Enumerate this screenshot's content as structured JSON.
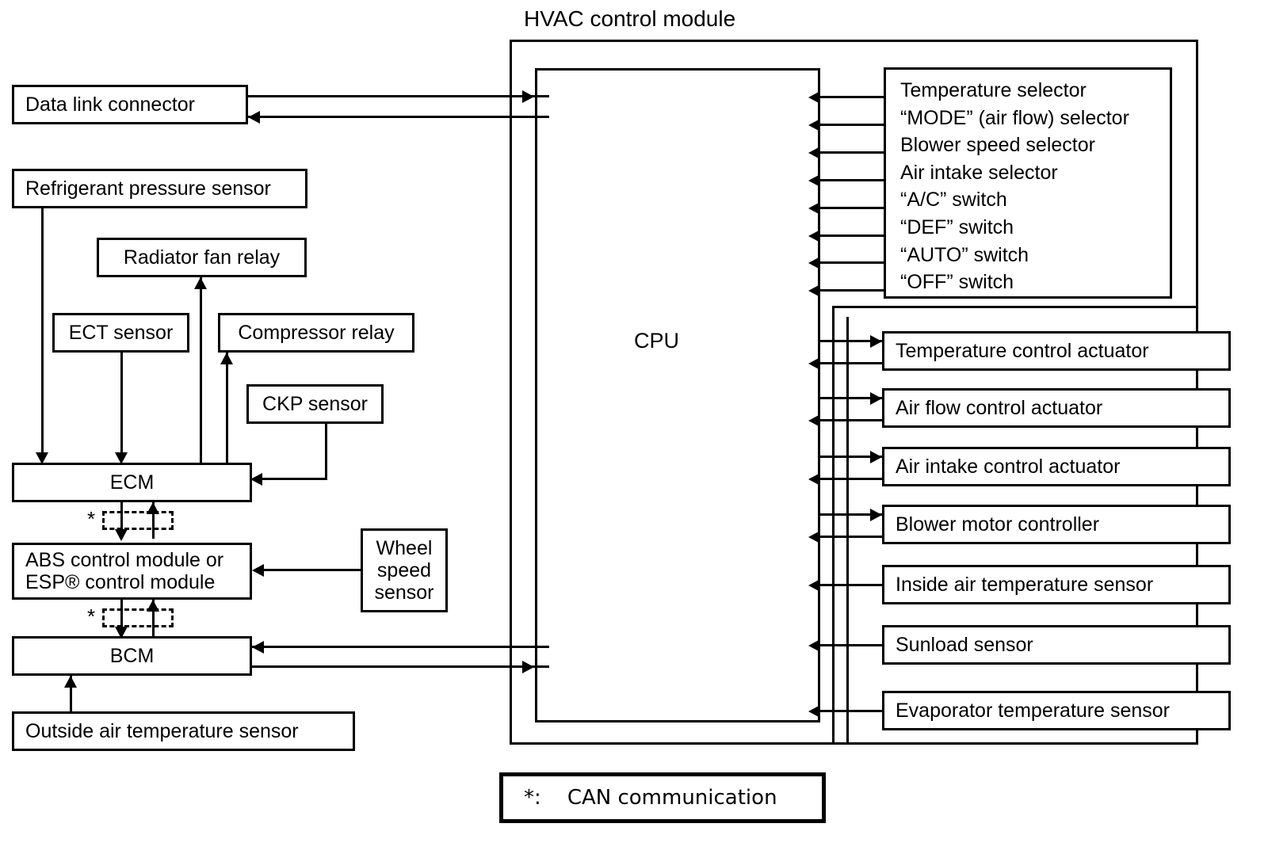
{
  "diagram": {
    "title": "HVAC control module",
    "cpu_label": "CPU",
    "legend": "*:    CAN communication",
    "can_marker": "*"
  },
  "left_column": {
    "data_link_connector": "Data link connector",
    "refrigerant_pressure_sensor": "Refrigerant pressure sensor",
    "radiator_fan_relay": "Radiator fan relay",
    "ect_sensor": "ECT sensor",
    "compressor_relay": "Compressor relay",
    "ckp_sensor": "CKP sensor",
    "ecm": "ECM",
    "abs_esp_module": "ABS control module or\nESP® control module",
    "wheel_speed_sensor": "Wheel\nspeed\nsensor",
    "bcm": "BCM",
    "outside_air_temperature_sensor": "Outside air temperature sensor"
  },
  "selectors": [
    "Temperature selector",
    "“MODE” (air flow) selector",
    "Blower speed selector",
    "Air intake selector",
    "“A/C” switch",
    "“DEF” switch",
    "“AUTO” switch",
    "“OFF” switch"
  ],
  "outputs": [
    {
      "label": "Temperature control actuator",
      "direction": "bidirectional"
    },
    {
      "label": "Air flow control actuator",
      "direction": "bidirectional"
    },
    {
      "label": "Air intake control actuator",
      "direction": "bidirectional"
    },
    {
      "label": "Blower motor controller",
      "direction": "bidirectional"
    },
    {
      "label": "Inside air temperature sensor",
      "direction": "input"
    },
    {
      "label": "Sunload sensor",
      "direction": "input"
    },
    {
      "label": "Evaporator temperature sensor",
      "direction": "input"
    }
  ],
  "colors": {
    "line": "#000000",
    "background": "#ffffff"
  }
}
